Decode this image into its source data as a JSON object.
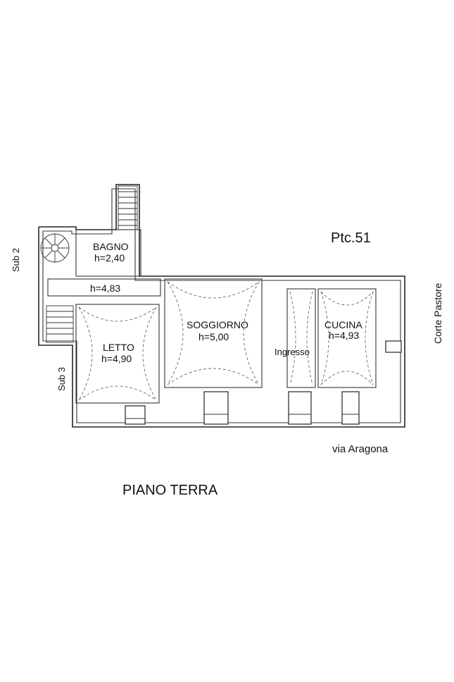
{
  "parcel": "Ptc.51",
  "floor_title": "PIANO TERRA",
  "streets": {
    "south": "via Aragona",
    "east": "Corte Pastore"
  },
  "neighbours": {
    "west_top": "Sub 2",
    "west_bottom": "Sub 3"
  },
  "rooms": {
    "bagno": {
      "name": "BAGNO",
      "height": "h=2,40"
    },
    "corridor": {
      "height": "h=4,83"
    },
    "letto": {
      "name": "LETTO",
      "height": "h=4,90"
    },
    "soggiorno": {
      "name": "SOGGIORNO",
      "height": "h=5,00"
    },
    "ingresso": {
      "name": "Ingresso"
    },
    "cucina": {
      "name": "CUCINA",
      "height": "h=4,93"
    }
  }
}
